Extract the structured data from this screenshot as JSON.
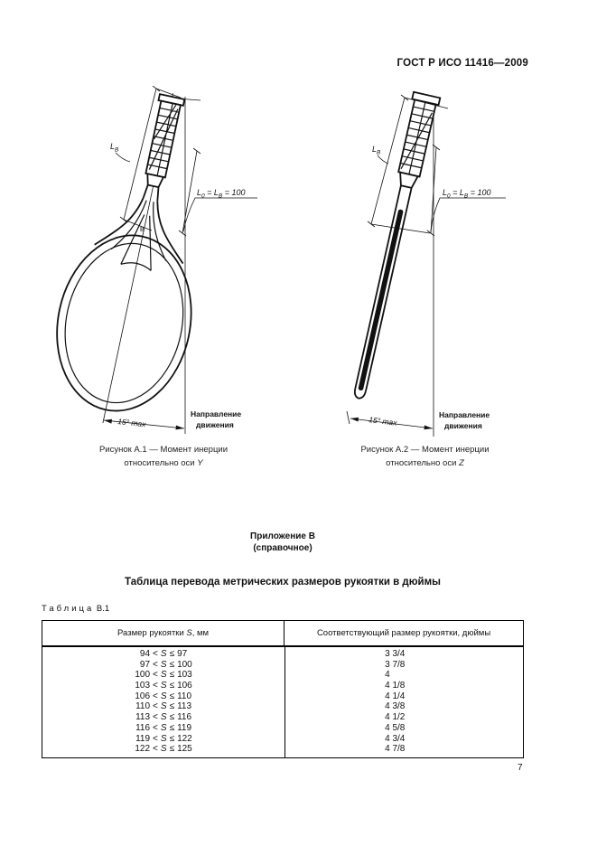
{
  "header": {
    "standard": "ГОСТ Р ИСО 11416—2009"
  },
  "figs": {
    "lb_main": "L",
    "lb_sub": "B",
    "eq_l0": "L",
    "eq_sub0": "0",
    "eq_mid": " = L",
    "eq_subB": "B",
    "eq_tail": " = 100",
    "angle": "15° max",
    "dir1": "Направление",
    "dir2": "движения",
    "point_b": "B"
  },
  "fig1": {
    "caption1": "Рисунок А.1 — Момент инерции",
    "caption2_prefix": "относительно оси ",
    "axis": "Y"
  },
  "fig2": {
    "caption1": "Рисунок А.2 — Момент инерции",
    "caption2_prefix": "относительно оси ",
    "axis": "Z"
  },
  "appendix": {
    "title": "Приложение В",
    "subtitle": "(справочное)"
  },
  "section_title": "Таблица перевода метрических размеров рукоятки в дюймы",
  "table": {
    "label_word": "Таблица",
    "label_num": "В.1",
    "col1_prefix": "Размер рукоятки ",
    "col1_var": "S",
    "col1_suffix": ", мм",
    "col2_header": "Соответствующий размер рукоятки, дюймы",
    "op_lt": "<",
    "op_le": "≤",
    "var_symbol": "S",
    "rows": [
      {
        "lo": "94",
        "hi": "97",
        "inches": "3 3/4"
      },
      {
        "lo": "97",
        "hi": "100",
        "inches": "3 7/8"
      },
      {
        "lo": "100",
        "hi": "103",
        "inches": "4"
      },
      {
        "lo": "103",
        "hi": "106",
        "inches": "4 1/8"
      },
      {
        "lo": "106",
        "hi": "110",
        "inches": "4 1/4"
      },
      {
        "lo": "110",
        "hi": "113",
        "inches": "4 3/8"
      },
      {
        "lo": "113",
        "hi": "116",
        "inches": "4 1/2"
      },
      {
        "lo": "116",
        "hi": "119",
        "inches": "4 5/8"
      },
      {
        "lo": "119",
        "hi": "122",
        "inches": "4 3/4"
      },
      {
        "lo": "122",
        "hi": "125",
        "inches": "4 7/8"
      }
    ]
  },
  "page_number": "7"
}
